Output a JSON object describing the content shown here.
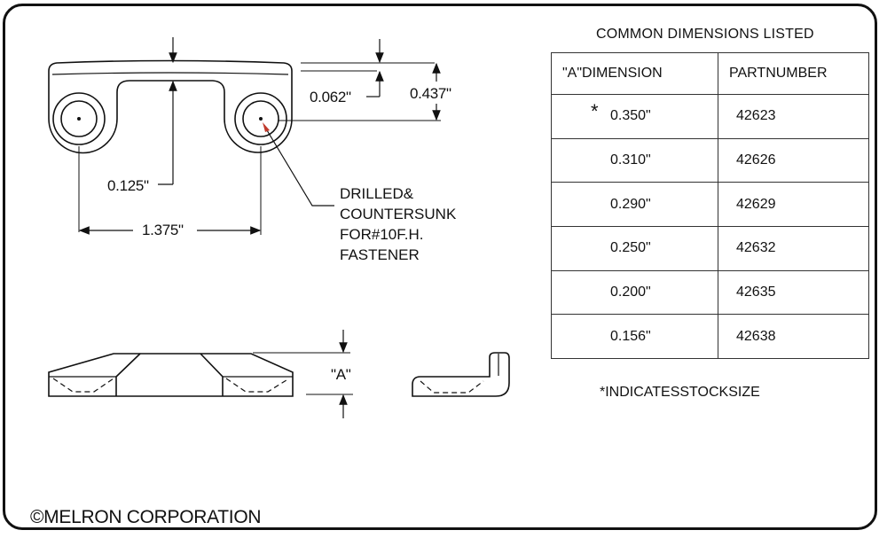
{
  "table": {
    "title": "COMMON  DIMENSIONS  LISTED",
    "header_a": "\"A\"DIMENSION",
    "header_part": "PARTNUMBER",
    "star_marker": "*",
    "rows": [
      {
        "a": "0.350\"",
        "part": "42623"
      },
      {
        "a": "0.310\"",
        "part": "42626"
      },
      {
        "a": "0.290\"",
        "part": "42629"
      },
      {
        "a": "0.250\"",
        "part": "42632"
      },
      {
        "a": "0.200\"",
        "part": "42635"
      },
      {
        "a": "0.156\"",
        "part": "42638"
      }
    ],
    "note": "*INDICATESSTOCKSIZE"
  },
  "drawing": {
    "dim_0062": "0.062\"",
    "dim_0437": "0.437\"",
    "dim_0125": "0.125\"",
    "dim_1375": "1.375\"",
    "dim_a": "\"A\"",
    "callout": [
      "DRILLED&",
      "COUNTERSUNK",
      "FOR#10F.H.",
      "FASTENER"
    ]
  },
  "footer": {
    "copyright": "©MELRON CORPORATION"
  },
  "colors": {
    "line": "#111111",
    "hole_leader_tip": "#c0392b"
  }
}
